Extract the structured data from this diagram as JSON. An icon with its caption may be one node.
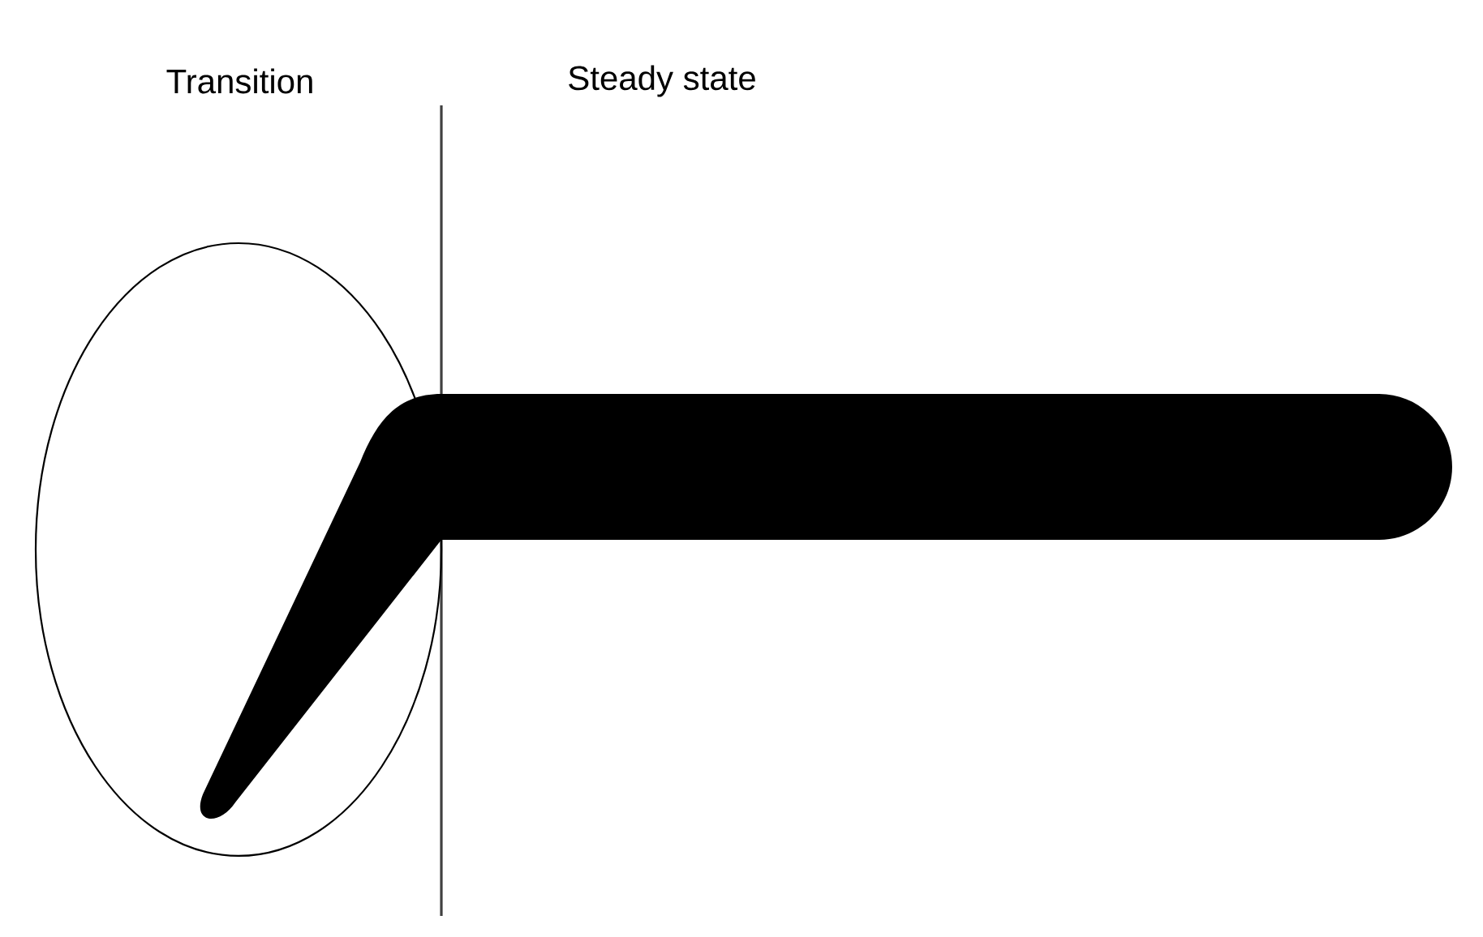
{
  "diagram": {
    "nodes": [
      {
        "text": [],
        "shape": "ellipse"
      }
    ],
    "labels": [
      "Transition",
      "Steady state"
    ]
  }
}
